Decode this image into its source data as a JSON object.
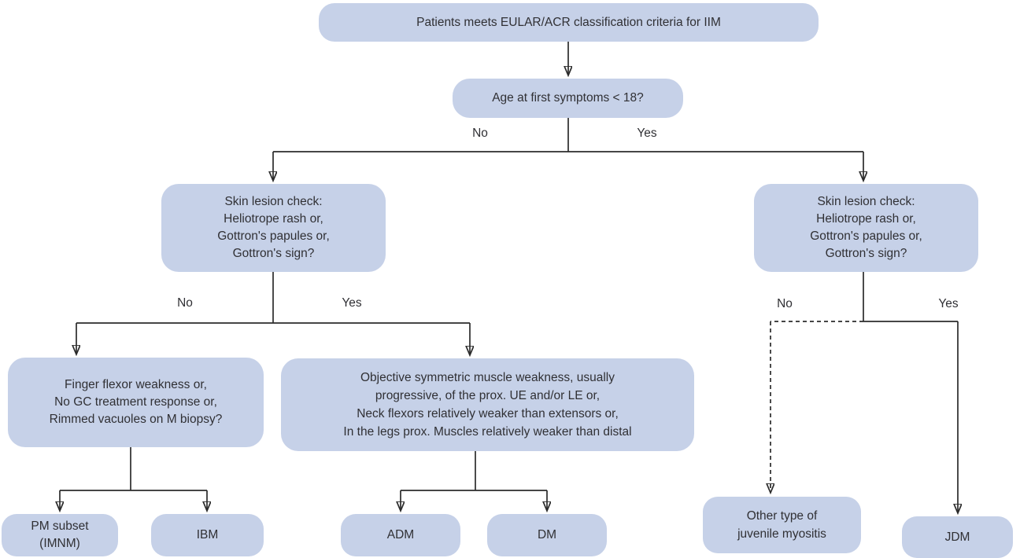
{
  "colors": {
    "node_fill": "#c6d1e8",
    "line": "#2b2b2b",
    "text": "#303034",
    "background": "#ffffff"
  },
  "nodes": {
    "root": {
      "label": "Patients meets EULAR/ACR classification criteria for IIM"
    },
    "age": {
      "label": "Age at first symptoms < 18?"
    },
    "skin_left": {
      "label": "Skin lesion check:\nHeliotrope rash or,\nGottron's papules or,\nGottron's sign?"
    },
    "skin_right": {
      "label": "Skin lesion check:\nHeliotrope rash or,\nGottron's papules or,\nGottron's sign?"
    },
    "finger": {
      "label": "Finger flexor weakness or,\nNo GC treatment response or,\nRimmed vacuoles on M biopsy?"
    },
    "objective": {
      "label": "Objective symmetric muscle weakness, usually\nprogressive, of the prox. UE and/or LE or,\nNeck flexors relatively weaker than extensors or,\nIn the legs prox. Muscles relatively weaker than distal"
    },
    "pm": {
      "label": "PM subset\n(IMNM)"
    },
    "ibm": {
      "label": "IBM"
    },
    "adm": {
      "label": "ADM"
    },
    "dm": {
      "label": "DM"
    },
    "other": {
      "label": "Other type of\njuvenile myositis"
    },
    "jdm": {
      "label": "JDM"
    }
  },
  "branches": {
    "age_no": "No",
    "age_yes": "Yes",
    "skin_left_no": "No",
    "skin_left_yes": "Yes",
    "skin_right_no": "No",
    "skin_right_yes": "Yes"
  },
  "edges": [
    {
      "from": "root",
      "to": "age",
      "label": "",
      "style": "solid"
    },
    {
      "from": "age",
      "to": "skin_left",
      "label": "No",
      "style": "solid"
    },
    {
      "from": "age",
      "to": "skin_right",
      "label": "Yes",
      "style": "solid"
    },
    {
      "from": "skin_left",
      "to": "finger",
      "label": "No",
      "style": "solid"
    },
    {
      "from": "skin_left",
      "to": "objective",
      "label": "Yes",
      "style": "solid"
    },
    {
      "from": "finger",
      "to": "pm",
      "label": "",
      "style": "solid"
    },
    {
      "from": "finger",
      "to": "ibm",
      "label": "",
      "style": "solid"
    },
    {
      "from": "objective",
      "to": "adm",
      "label": "",
      "style": "solid"
    },
    {
      "from": "objective",
      "to": "dm",
      "label": "",
      "style": "solid"
    },
    {
      "from": "skin_right",
      "to": "other",
      "label": "No",
      "style": "dashed"
    },
    {
      "from": "skin_right",
      "to": "jdm",
      "label": "Yes",
      "style": "solid"
    }
  ]
}
